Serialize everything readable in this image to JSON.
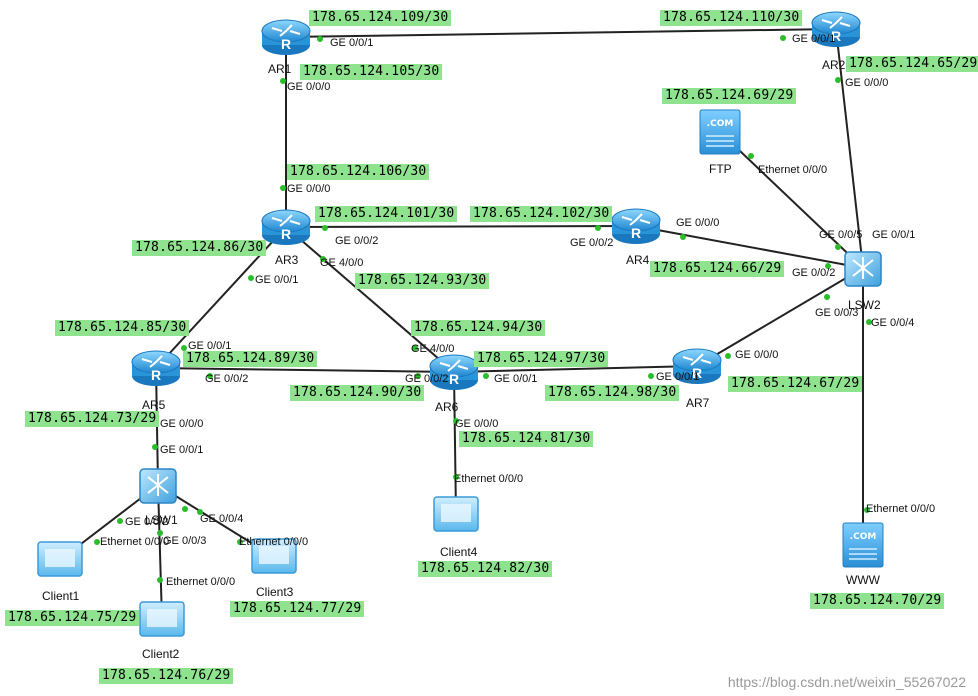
{
  "devices": {
    "AR1": {
      "label": "AR1",
      "type": "router"
    },
    "AR2": {
      "label": "AR2",
      "type": "router"
    },
    "AR3": {
      "label": "AR3",
      "type": "router"
    },
    "AR4": {
      "label": "AR4",
      "type": "router"
    },
    "AR5": {
      "label": "AR5",
      "type": "router"
    },
    "AR6": {
      "label": "AR6",
      "type": "router"
    },
    "AR7": {
      "label": "AR7",
      "type": "router"
    },
    "LSW1": {
      "label": "LSW1",
      "type": "switch"
    },
    "LSW2": {
      "label": "LSW2",
      "type": "switch"
    },
    "FTP": {
      "label": "FTP",
      "type": "server"
    },
    "WWW": {
      "label": "WWW",
      "type": "server"
    },
    "Client1": {
      "label": "Client1",
      "type": "pc"
    },
    "Client2": {
      "label": "Client2",
      "type": "pc"
    },
    "Client3": {
      "label": "Client3",
      "type": "pc"
    },
    "Client4": {
      "label": "Client4",
      "type": "pc"
    }
  },
  "links": [
    {
      "a": "AR1",
      "b": "AR2"
    },
    {
      "a": "AR1",
      "b": "AR3"
    },
    {
      "a": "AR2",
      "b": "LSW2"
    },
    {
      "a": "AR3",
      "b": "AR4"
    },
    {
      "a": "AR3",
      "b": "AR5"
    },
    {
      "a": "AR3",
      "b": "AR6"
    },
    {
      "a": "AR4",
      "b": "LSW2"
    },
    {
      "a": "AR5",
      "b": "AR6"
    },
    {
      "a": "AR6",
      "b": "AR7"
    },
    {
      "a": "AR7",
      "b": "LSW2"
    },
    {
      "a": "FTP",
      "b": "LSW2"
    },
    {
      "a": "WWW",
      "b": "LSW2"
    },
    {
      "a": "AR5",
      "b": "LSW1"
    },
    {
      "a": "LSW1",
      "b": "Client1"
    },
    {
      "a": "LSW1",
      "b": "Client2"
    },
    {
      "a": "LSW1",
      "b": "Client3"
    },
    {
      "a": "AR6",
      "b": "Client4"
    }
  ],
  "ip_labels": [
    "178.65.124.109/30",
    "178.65.124.110/30",
    "178.65.124.105/30",
    "178.65.124.65/29",
    "178.65.124.69/29",
    "178.65.124.106/30",
    "178.65.124.101/30",
    "178.65.124.102/30",
    "178.65.124.86/30",
    "178.65.124.66/29",
    "178.65.124.93/30",
    "178.65.124.85/30",
    "178.65.124.94/30",
    "178.65.124.89/30",
    "178.65.124.97/30",
    "178.65.124.90/30",
    "178.65.124.98/30",
    "178.65.124.67/29",
    "178.65.124.73/29",
    "178.65.124.81/30",
    "178.65.124.82/30",
    "178.65.124.75/29",
    "178.65.124.77/29",
    "178.65.124.76/29",
    "178.65.124.70/29"
  ],
  "port_labels": [
    "GE 0/0/1",
    "GE 0/0/1",
    "GE 0/0/0",
    "GE 0/0/0",
    "Ethernet 0/0/0",
    "GE 0/0/0",
    "GE 0/0/0",
    "GE 0/0/5",
    "GE 0/0/1",
    "GE 0/0/2",
    "GE 0/0/2",
    "GE 4/0/0",
    "GE 0/0/1",
    "GE 0/0/2",
    "GE 0/0/3",
    "GE 0/0/4",
    "GE 4/0/0",
    "GE 0/0/0",
    "GE 0/0/1",
    "GE 0/0/2",
    "GE 0/0/2",
    "GE 0/0/1",
    "GE 0/0/1",
    "GE 0/0/0",
    "GE 0/0/0",
    "GE 0/0/1",
    "Ethernet 0/0/0",
    "GE 0/0/2",
    "GE 0/0/4",
    "Ethernet 0/0/0",
    "GE 0/0/3",
    "Ethernet 0/0/0",
    "Ethernet 0/0/0",
    "Ethernet 0/0/0"
  ],
  "server_badge": ".COM",
  "watermark": "https://blog.csdn.net/weixin_55267022",
  "colors": {
    "ip_bg": "#8fe38f",
    "port_dot": "#2bbd2b",
    "device": "#3ea9e6",
    "link": "#222222"
  }
}
